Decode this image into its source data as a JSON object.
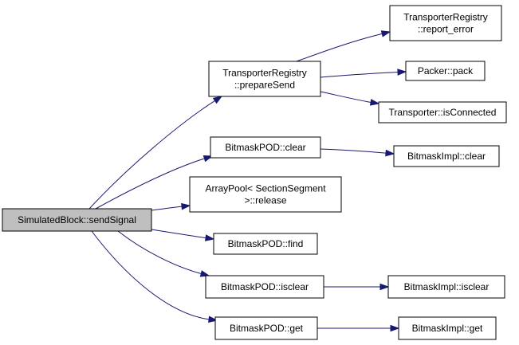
{
  "colors": {
    "edge": "#191970",
    "root_fill": "#bfbfbf",
    "node_fill": "#ffffff",
    "node_border": "#000000"
  },
  "nodes": [
    {
      "id": "n0",
      "lines": [
        "SimulatedBlock::sendSignal"
      ],
      "root": true
    },
    {
      "id": "n1",
      "lines": [
        "TransporterRegistry",
        "::prepareSend"
      ]
    },
    {
      "id": "n2",
      "lines": [
        "TransporterRegistry",
        "::report_error"
      ]
    },
    {
      "id": "n3",
      "lines": [
        "Packer::pack"
      ]
    },
    {
      "id": "n4",
      "lines": [
        "Transporter::isConnected"
      ]
    },
    {
      "id": "n5",
      "lines": [
        "BitmaskPOD::clear"
      ]
    },
    {
      "id": "n6",
      "lines": [
        "BitmaskImpl::clear"
      ]
    },
    {
      "id": "n7",
      "lines": [
        "ArrayPool< SectionSegment",
        ">::release"
      ]
    },
    {
      "id": "n8",
      "lines": [
        "BitmaskPOD::find"
      ]
    },
    {
      "id": "n9",
      "lines": [
        "BitmaskPOD::isclear"
      ]
    },
    {
      "id": "n10",
      "lines": [
        "BitmaskImpl::isclear"
      ]
    },
    {
      "id": "n11",
      "lines": [
        "BitmaskPOD::get"
      ]
    },
    {
      "id": "n12",
      "lines": [
        "BitmaskImpl::get"
      ]
    }
  ],
  "edges": [
    {
      "from": "n0",
      "to": "n1"
    },
    {
      "from": "n0",
      "to": "n5"
    },
    {
      "from": "n0",
      "to": "n7"
    },
    {
      "from": "n0",
      "to": "n8"
    },
    {
      "from": "n0",
      "to": "n9"
    },
    {
      "from": "n0",
      "to": "n11"
    },
    {
      "from": "n1",
      "to": "n2"
    },
    {
      "from": "n1",
      "to": "n3"
    },
    {
      "from": "n1",
      "to": "n4"
    },
    {
      "from": "n5",
      "to": "n6"
    },
    {
      "from": "n9",
      "to": "n10"
    },
    {
      "from": "n11",
      "to": "n12"
    }
  ]
}
